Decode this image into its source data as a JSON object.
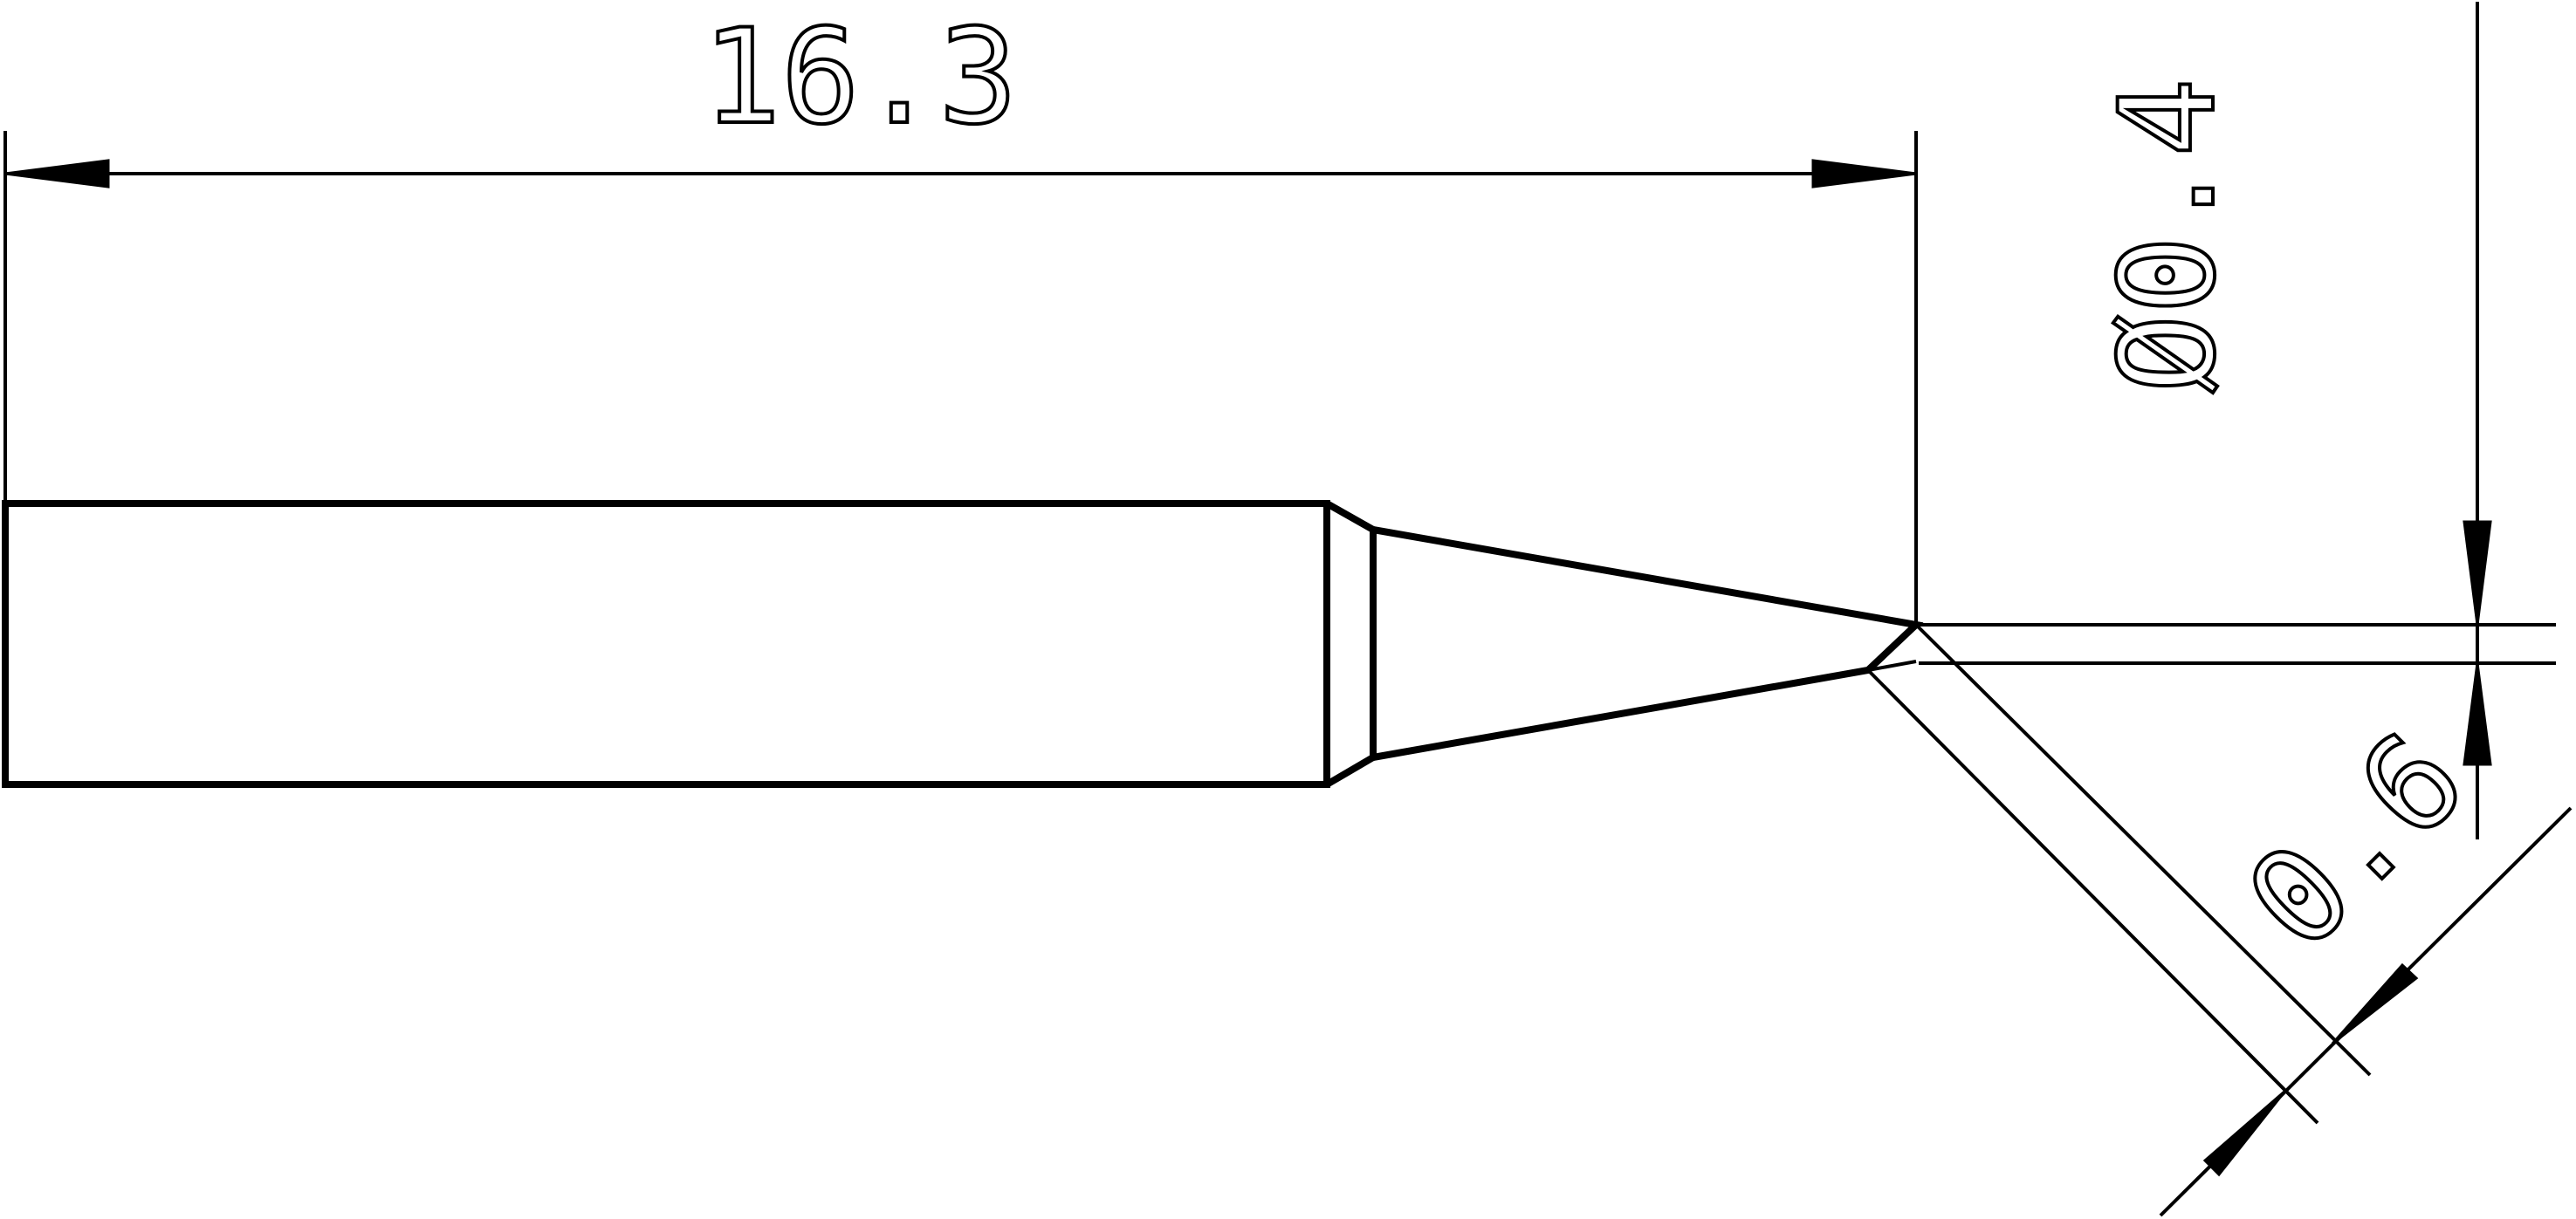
{
  "drawing": {
    "dimensions": {
      "length": "16.3",
      "tip_diameter": "Ø0.4",
      "tip_width": "0.6"
    },
    "colors": {
      "line": "#000000",
      "background": "#ffffff"
    }
  }
}
